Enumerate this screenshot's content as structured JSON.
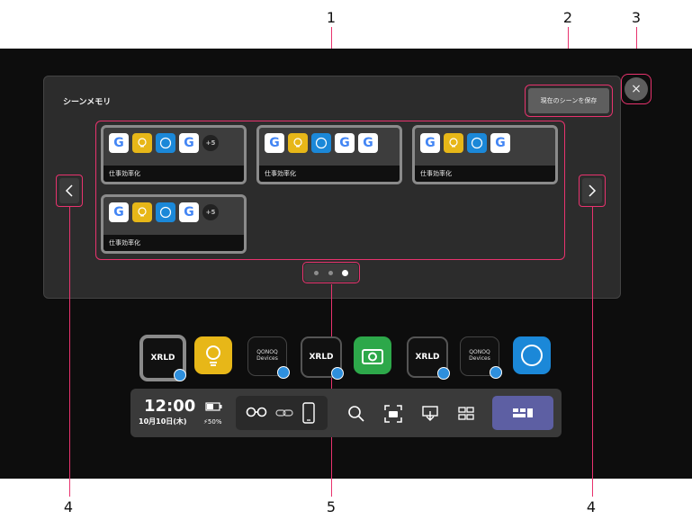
{
  "callouts": {
    "c1": "1",
    "c2": "2",
    "c3": "3",
    "c4_left": "4",
    "c4_right": "4",
    "c5": "5"
  },
  "panel": {
    "title": "シーンメモリ",
    "save_button": "現在のシーンを保存",
    "close_icon": "close-icon",
    "prev_icon": "chevron-left-icon",
    "next_icon": "chevron-right-icon"
  },
  "cards": [
    {
      "label": "仕事効率化",
      "icons": [
        "google",
        "bulb",
        "globe",
        "google",
        "more"
      ],
      "more_label": "+5"
    },
    {
      "label": "仕事効率化",
      "icons": [
        "google",
        "bulb",
        "globe",
        "google",
        "google"
      ]
    },
    {
      "label": "仕事効率化",
      "icons": [
        "google",
        "bulb",
        "globe",
        "google"
      ]
    },
    {
      "label": "仕事効率化",
      "icons": [
        "google",
        "bulb",
        "globe",
        "google",
        "more"
      ],
      "more_label": "+5"
    }
  ],
  "pager": {
    "pages": 3,
    "current": 3
  },
  "dock": [
    {
      "type": "xrld",
      "label": "XRLD",
      "selected": true
    },
    {
      "type": "bulb"
    },
    {
      "type": "qonoq",
      "label": "QONOQ Devices"
    },
    {
      "type": "xrld",
      "label": "XRLD"
    },
    {
      "type": "camera"
    },
    {
      "type": "xrld",
      "label": "XRLD"
    },
    {
      "type": "qonoq",
      "label": "QONOQ Devices"
    },
    {
      "type": "globe"
    }
  ],
  "taskbar": {
    "time": "12:00",
    "date": "10月10日(木)",
    "battery": "50%",
    "icons": [
      "glasses-icon",
      "link-icon",
      "phone-icon",
      "search-icon",
      "screenshot-icon",
      "download-icon",
      "grid-icon",
      "scene-memory-icon"
    ]
  },
  "colors": {
    "highlight": "#e8336e",
    "active_tab": "#5d5fa3",
    "globe": "#1b88d8",
    "bulb": "#e7b718"
  }
}
